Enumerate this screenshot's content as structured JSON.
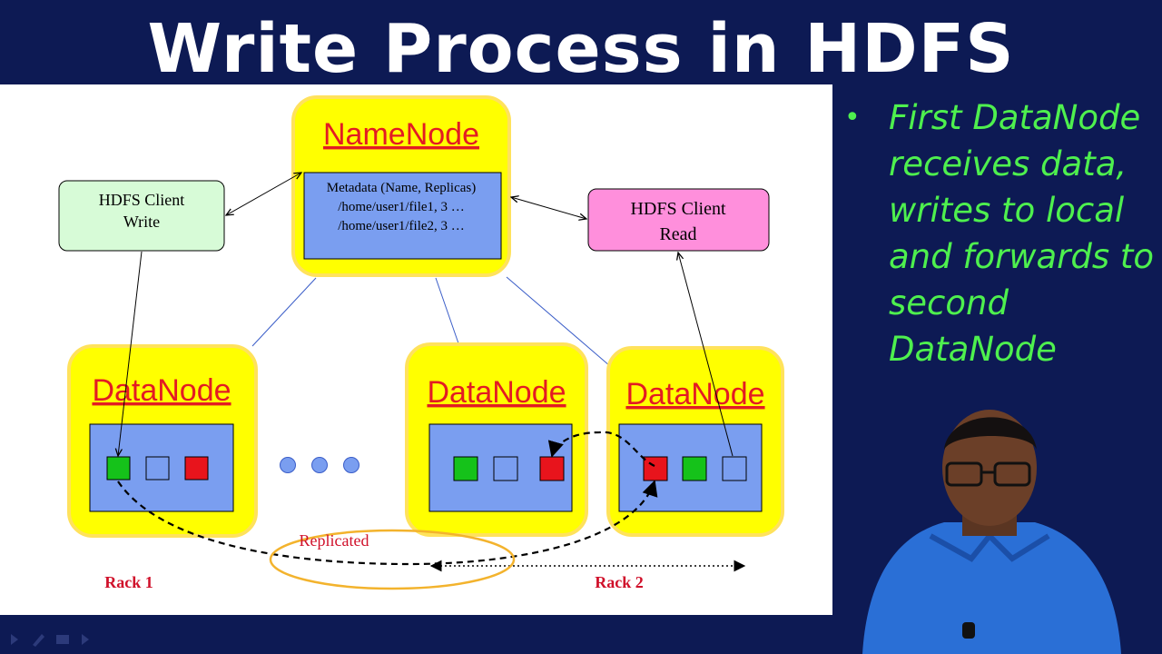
{
  "slide": {
    "title": "Write Process in HDFS",
    "bullet": "First DataNode receives data, writes to local and forwards to second DataNode"
  },
  "diagram": {
    "namenode": {
      "label": "NameNode",
      "metadata": [
        "Metadata (Name, Replicas)",
        "/home/user1/file1, 3 …",
        "/home/user1/file2, 3 …"
      ]
    },
    "client_write": {
      "line1": "HDFS Client",
      "line2": "Write"
    },
    "client_read": {
      "line1": "HDFS Client",
      "line2": "Read"
    },
    "datanodes": [
      {
        "label": "DataNode",
        "blocks": [
          "green",
          "empty",
          "red"
        ]
      },
      {
        "label": "DataNode",
        "blocks": [
          "green",
          "empty",
          "red"
        ]
      },
      {
        "label": "DataNode",
        "blocks": [
          "red",
          "green",
          "empty"
        ]
      }
    ],
    "rack1": "Rack 1",
    "rack2": "Rack 2",
    "replicated": "Replicated"
  },
  "colors": {
    "background": "#0d1a54",
    "node_yellow": "#ffff00",
    "node_label": "#e31b23",
    "inner_blue": "#7a9ef0",
    "block_green": "#15c21a",
    "block_red": "#e8141c",
    "client_write_fill": "#d7fbd7",
    "client_read_fill": "#ff8fdc",
    "bullet_text": "#4ef04e",
    "replicated_ellipse": "#f3b32d"
  },
  "icons": [
    "bullet-dot-icon",
    "nav-prev-icon",
    "nav-edit-icon",
    "nav-menu-icon",
    "nav-next-icon"
  ]
}
